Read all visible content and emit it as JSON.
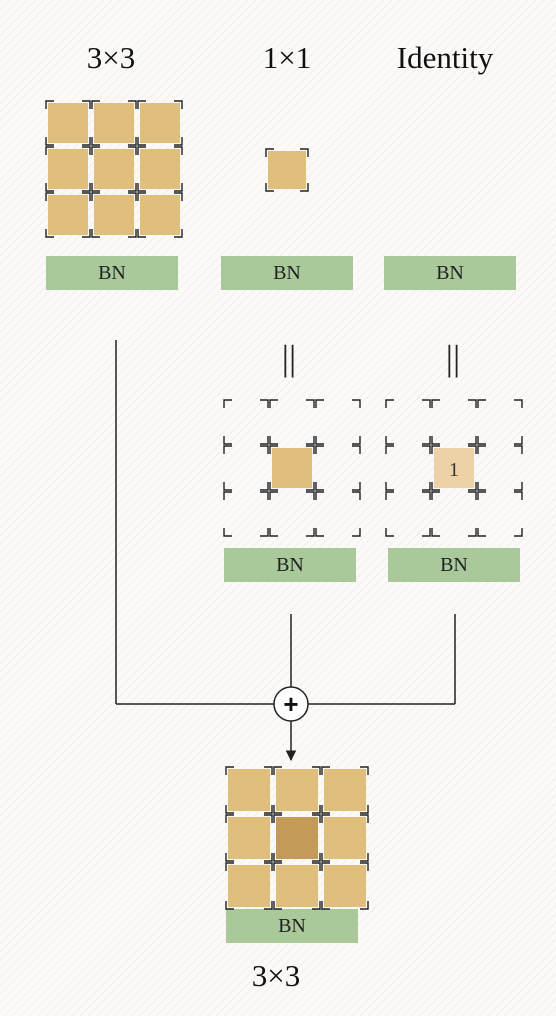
{
  "branches": {
    "conv3x3_title": "3×3",
    "conv1x1_title": "1×1",
    "identity_title": "Identity"
  },
  "bn_label": "BN",
  "equals_sign": "||",
  "identity_kernel_value": "1",
  "plus_symbol": "+",
  "output_title": "3×3",
  "colors": {
    "weight": "#e0bf7c",
    "weight_dark": "#c49a58",
    "identity_weight": "#ecd2a6",
    "bn": "#a9c99a",
    "line": "#222222"
  }
}
